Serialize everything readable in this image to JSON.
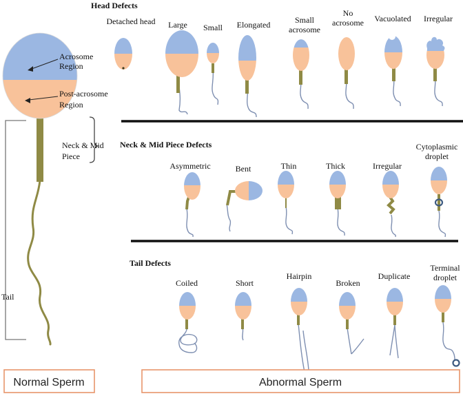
{
  "colors": {
    "acrosome": "#9bb7e2",
    "post_acrosome": "#f8c29a",
    "midpiece": "#8f8a45",
    "tail": "#7e8fb1",
    "droplet": "#3d5a80",
    "box_border": "#e8956a"
  },
  "normal": {
    "acrosome_label": [
      "Acrosome",
      "Region"
    ],
    "post_label": [
      "Post-acrosome",
      "Region"
    ],
    "neck_label": [
      "Neck & Mid",
      "Piece"
    ],
    "tail_label": "Tail",
    "box_label": "Normal Sperm"
  },
  "head_defects": {
    "title": "Head Defects",
    "items": [
      {
        "label": [
          "Detached head"
        ]
      },
      {
        "label": [
          "Large"
        ]
      },
      {
        "label": [
          "Small"
        ]
      },
      {
        "label": [
          "Elongated"
        ]
      },
      {
        "label": [
          "Small",
          "acrosome"
        ]
      },
      {
        "label": [
          "No",
          "acrosome"
        ]
      },
      {
        "label": [
          "Vacuolated"
        ]
      },
      {
        "label": [
          "Irregular"
        ]
      }
    ]
  },
  "neck_defects": {
    "title": "Neck & Mid Piece Defects",
    "items": [
      {
        "label": [
          "Asymmetric"
        ]
      },
      {
        "label": [
          "Bent"
        ]
      },
      {
        "label": [
          "Thin"
        ]
      },
      {
        "label": [
          "Thick"
        ]
      },
      {
        "label": [
          "Irregular"
        ]
      },
      {
        "label": [
          "Cytoplasmic",
          "droplet"
        ]
      }
    ]
  },
  "tail_defects": {
    "title": "Tail Defects",
    "items": [
      {
        "label": [
          "Coiled"
        ]
      },
      {
        "label": [
          "Short"
        ]
      },
      {
        "label": [
          "Hairpin"
        ]
      },
      {
        "label": [
          "Broken"
        ]
      },
      {
        "label": [
          "Duplicate"
        ]
      },
      {
        "label": [
          "Terminal",
          "droplet"
        ]
      }
    ]
  },
  "abnormal_box_label": "Abnormal Sperm"
}
